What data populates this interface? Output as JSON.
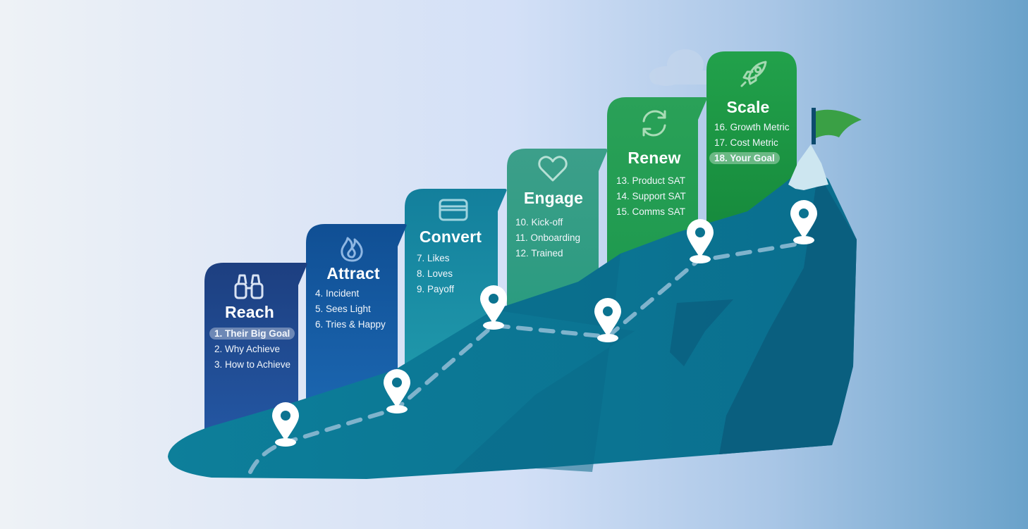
{
  "stages": [
    {
      "title": "Reach",
      "icon": "binoculars-icon",
      "items": [
        "1. Their Big Goal",
        "2. Why Achieve",
        "3. How to Achieve"
      ],
      "highlighted_index": 0,
      "color": "#1f4f9b"
    },
    {
      "title": "Attract",
      "icon": "flame-icon",
      "items": [
        "4. Incident",
        "5. Sees Light",
        "6. Tries & Happy"
      ],
      "highlighted_index": null,
      "color": "#175ca3"
    },
    {
      "title": "Convert",
      "icon": "credit-card-icon",
      "items": [
        "7. Likes",
        "8. Loves",
        "9. Payoff"
      ],
      "highlighted_index": null,
      "color": "#1987a2"
    },
    {
      "title": "Engage",
      "icon": "heart-icon",
      "items": [
        "10. Kick-off",
        "11. Onboarding",
        "12. Trained"
      ],
      "highlighted_index": null,
      "color": "#2c9a86"
    },
    {
      "title": "Renew",
      "icon": "refresh-icon",
      "items": [
        "13. Product SAT",
        "14. Support SAT",
        "15. Comms SAT"
      ],
      "highlighted_index": null,
      "color": "#24a05a"
    },
    {
      "title": "Scale",
      "icon": "rocket-icon",
      "items": [
        "16. Growth Metric",
        "17. Cost Metric",
        "18. Your Goal"
      ],
      "highlighted_index": 2,
      "color": "#1c9444"
    }
  ],
  "path_marker_count": 6,
  "decorations": [
    "mountain",
    "flag-icon",
    "cloud-icon",
    "map-pin-icon"
  ],
  "colors": {
    "mountain": "#0b7390",
    "mountain_dark": "#0a5f7f",
    "path": "#7fb3cc",
    "flag": "#3aa045",
    "snow": "#cde6f0"
  }
}
